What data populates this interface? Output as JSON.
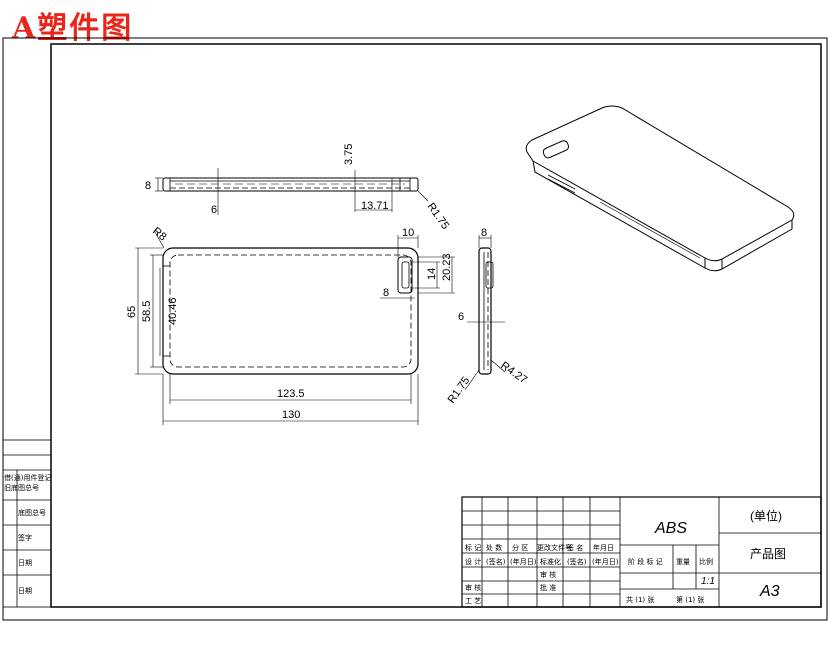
{
  "title": "A塑件图",
  "dimensions": {
    "side_thickness": "8",
    "side_wall": "6",
    "top_step": "3.75",
    "top_len": "13.71",
    "top_radius": "R1.75",
    "corner_radius": "R8",
    "height_outer": "65",
    "height_inner": "58.5",
    "height_slot": "40.46",
    "width_inner": "123.5",
    "width_outer": "130",
    "cam_width": "10",
    "cam_height": "20.23",
    "cam_inner": "14",
    "cam_offset": "8",
    "end_thickness": "8",
    "end_wall": "6",
    "end_radius_1": "R4.27",
    "end_radius_2": "R1.75"
  },
  "left_block": {
    "rows": [
      "借(通)用件登记",
      "旧底图总号",
      "底图总号",
      "签字",
      "日期",
      "日期"
    ]
  },
  "title_block": {
    "header": [
      "标 记",
      "处 数",
      "分 区",
      "更改文件号",
      "签 名",
      "年月日"
    ],
    "row2": [
      "设 计",
      "(签名)",
      "(年月日)",
      "标准化",
      "(签名)",
      "(年月日)"
    ],
    "row3": [
      "",
      "",
      "",
      "审 核",
      "",
      ""
    ],
    "row4": [
      "审 核",
      "",
      "",
      "批 准",
      "",
      ""
    ],
    "row5": [
      "工 艺",
      "",
      "",
      "",
      "",
      ""
    ],
    "material": "ABS",
    "unit": "(单位)",
    "drawing_name": "产品图",
    "stage_label": "阶 段 标 记",
    "weight_label": "重量",
    "scale_label": "比例",
    "scale_value": "1:1",
    "sheet_count": "共 (1) 张",
    "sheet_no": "第 (1) 张",
    "sheet_size": "A3"
  }
}
